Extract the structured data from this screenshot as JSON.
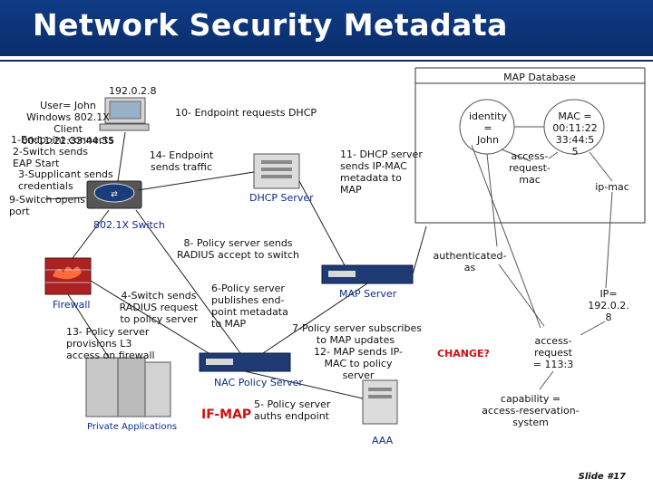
{
  "title": "Network Security Metadata",
  "map_database": {
    "label": "MAP Database",
    "identity": "identity\n=\nJohn",
    "mac": "MAC =\n00:11:22\n33:44:5\n5",
    "access_request_mac": "access-\nrequest-\nmac",
    "ip_mac": "ip-mac",
    "authenticated_as": "authenticated-\nas",
    "ip": "IP=\n192.0.2.\n8",
    "access_request": "access-\nrequest\n= 113:3",
    "capability": "capability =\naccess-reservation-\nsystem",
    "change": "CHANGE?"
  },
  "client": {
    "ip": "192.0.2.8",
    "description": "User= John\nWindows 802.1X\nClient\n00:11:22:33:44:55"
  },
  "steps": {
    "s1": "1-Endpoint connects",
    "s2": "2-Switch sends\nEAP Start",
    "s3": "3-Supplicant sends\ncredentials",
    "s4": "4-Switch sends\nRADIUS request\nto policy server",
    "s5": "5- Policy server\nauths endpoint",
    "s6": "6-Policy server\npublishes end-\npoint metadata\nto MAP",
    "s7": "7-Policy server subscribes\nto MAP updates",
    "s8": "8- Policy server sends\nRADIUS accept to switch",
    "s9": "9-Switch opens\nport",
    "s10": "10- Endpoint requests DHCP",
    "s11": "11- DHCP server\nsends IP-MAC\nmetadata to\nMAP",
    "s12": "12- MAP sends IP-\nMAC to policy\nserver",
    "s13": "13- Policy server\nprovisions L3\naccess on firewall",
    "s14": "14- Endpoint\nsends traffic"
  },
  "devices": {
    "switch": "802.1X Switch",
    "dhcp": "DHCP Server",
    "firewall": "Firewall",
    "map_server": "MAP Server",
    "nac": "NAC Policy Server",
    "private_apps": "Private Applications",
    "aaa": "AAA",
    "if_map": "IF-MAP"
  },
  "slide_number": "Slide #17",
  "colors": {
    "header": "#0f3c86",
    "accent_red": "#cc1111",
    "label_blue": "#0a2d8a"
  }
}
